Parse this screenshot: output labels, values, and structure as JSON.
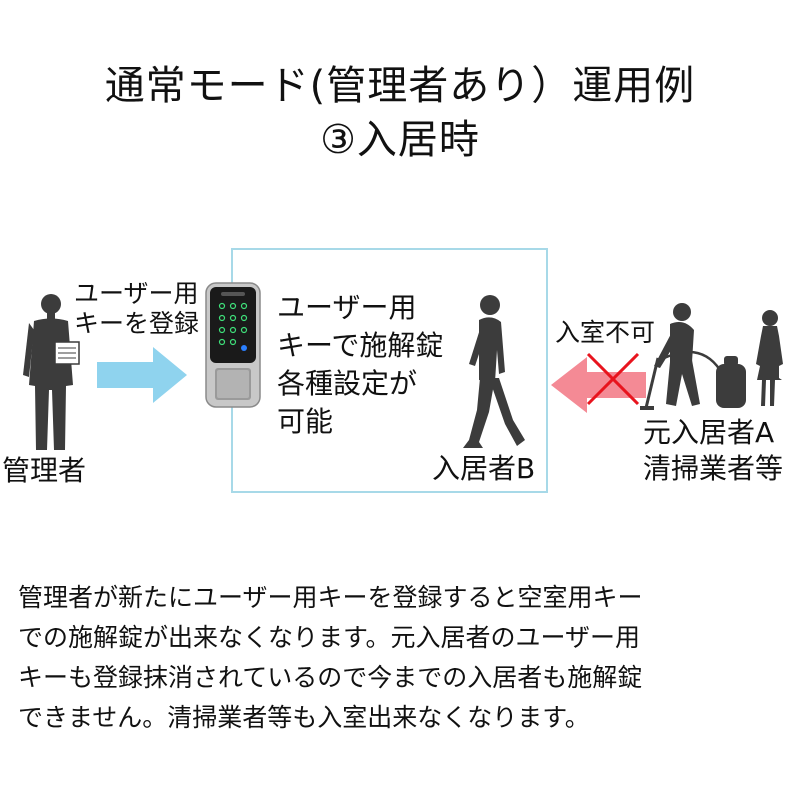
{
  "title": {
    "line1": "通常モード(管理者あり）運用例",
    "line2": "③入居時"
  },
  "actors": {
    "manager": "管理者",
    "resident_b": "入居者B",
    "former": {
      "line1": "元入居者A",
      "line2": "清掃業者等"
    }
  },
  "arrows": {
    "register": {
      "line1": "ユーザー用",
      "line2": "キーを登録"
    },
    "denied": "入室不可"
  },
  "room_text": {
    "line1": "ユーザー用",
    "line2": "キーで施解錠",
    "line3": "各種設定が",
    "line4": "可能"
  },
  "description": [
    "管理者が新たにユーザー用キーを登録すると空室用キー",
    "での施解錠が出来なくなります。元入居者のユーザー用",
    "キーも登録抹消されているので今までの入居者も施解錠",
    "できません。清掃業者等も入室出来なくなります。"
  ],
  "colors": {
    "allow_arrow": "#8fd3ee",
    "deny_arrow": "#f48a95",
    "cross": "#e8141e",
    "room_border": "#a7d9e8",
    "silhouette": "#3c3c3c"
  }
}
